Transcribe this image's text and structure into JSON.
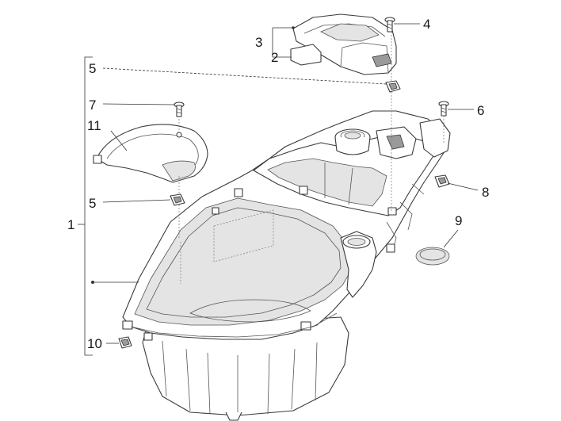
{
  "callouts": {
    "c1": "1",
    "c2": "2",
    "c3": "3",
    "c4": "4",
    "c5a": "5",
    "c5b": "5",
    "c6": "6",
    "c7": "7",
    "c8": "8",
    "c9": "9",
    "c10": "10",
    "c11": "11"
  }
}
